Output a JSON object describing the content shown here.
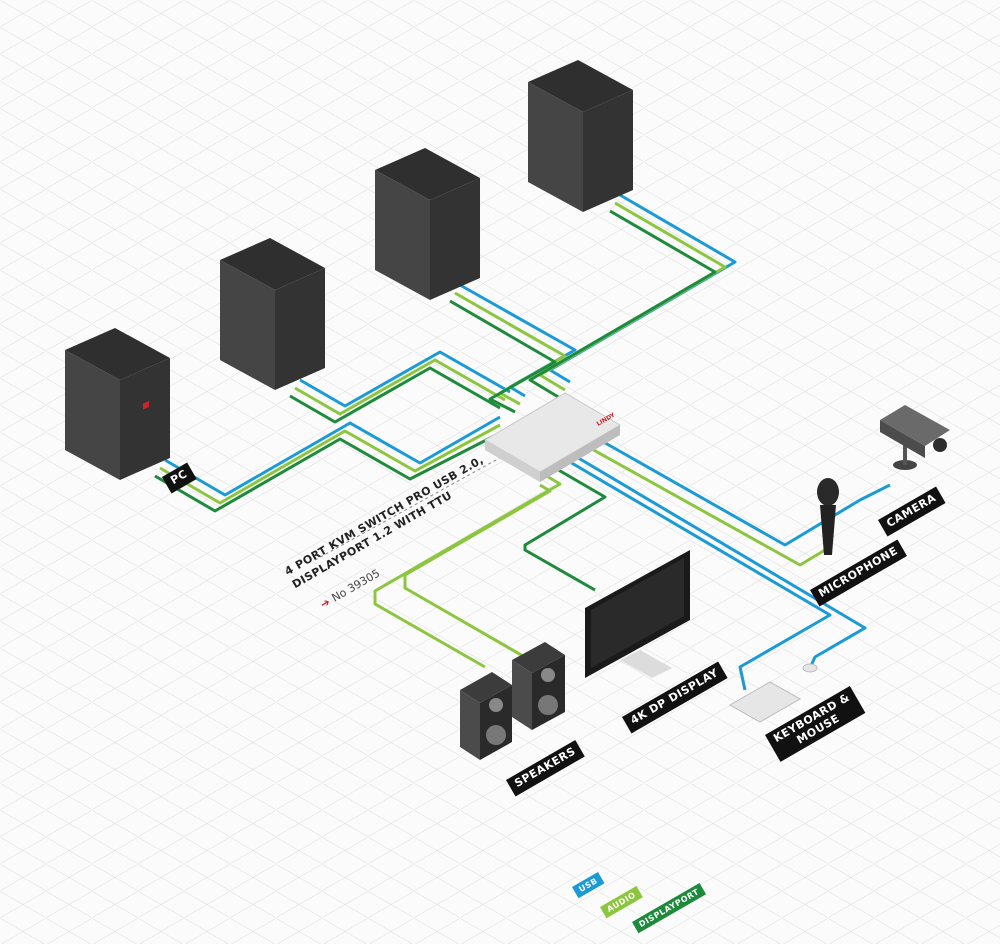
{
  "colors": {
    "usb": "#1a9ad6",
    "audio": "#8cc63f",
    "displayport": "#1e8a3c",
    "case": "#3a3a3a",
    "label_bg": "#111111",
    "accent_red": "#c8262a"
  },
  "title": {
    "line1": "4 PORT KVM SWITCH PRO USB 2.0,",
    "line2": "DISPLAYPORT 1.2 WITH TTU"
  },
  "model": {
    "arrow_icon": "arrow-right-icon",
    "text": "No 39305"
  },
  "switch": {
    "brand": "LINDY"
  },
  "labels": {
    "pc": "PC",
    "camera": "CAMERA",
    "microphone": "MICROPHONE",
    "keyboard_mouse": "KEYBOARD &\nMOUSE",
    "display": "4K DP DISPLAY",
    "speakers": "SPEAKERS"
  },
  "legend": [
    {
      "label": "USB",
      "color_key": "usb"
    },
    {
      "label": "Audio",
      "color_key": "audio"
    },
    {
      "label": "DISPLAYPORT",
      "color_key": "displayport"
    }
  ]
}
